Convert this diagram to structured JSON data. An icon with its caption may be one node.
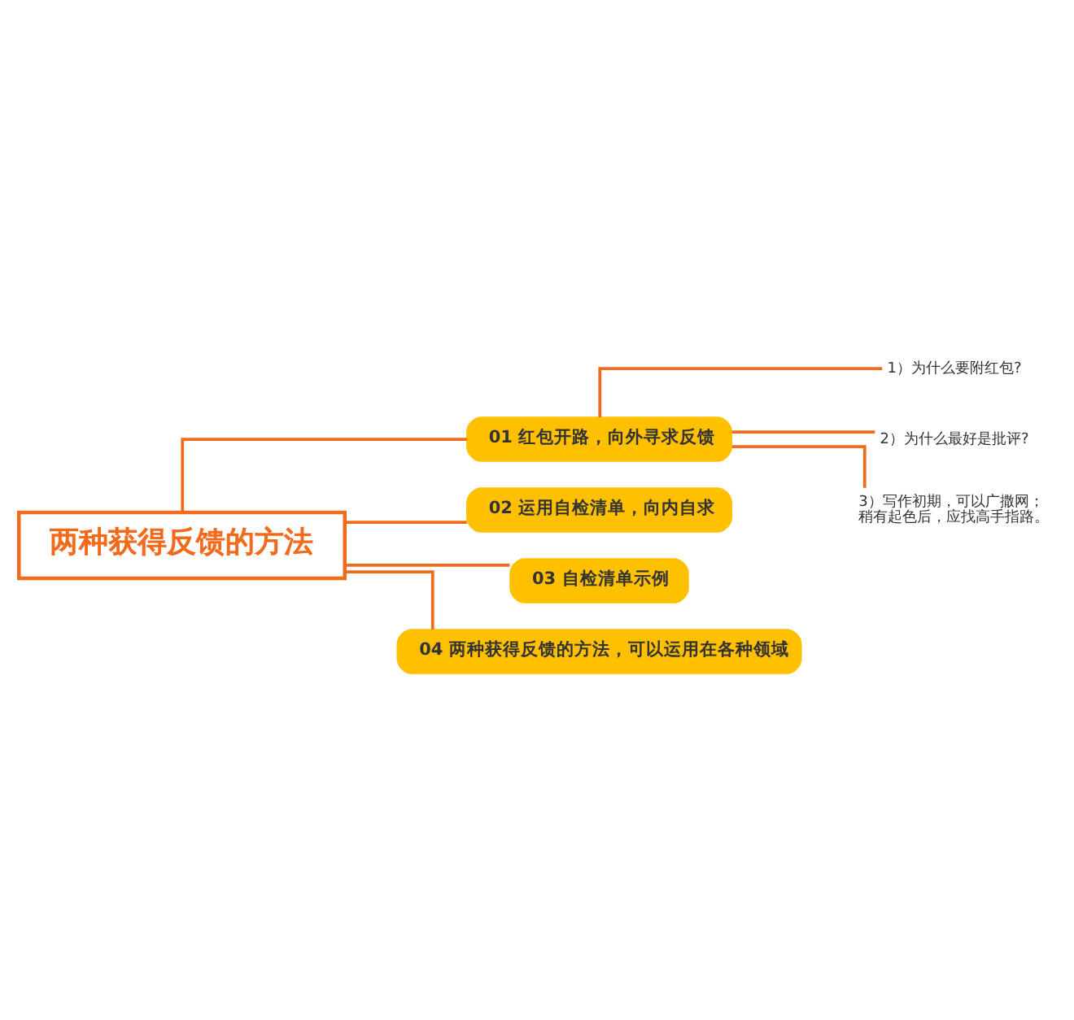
{
  "diagram": {
    "nodes": [
      {
        "text": [
          "两种获得反馈的方法"
        ]
      },
      {
        "text": [
          "01 红包开路，向外寻求反馈"
        ]
      },
      {
        "text": [
          "1）为什么要附红包?"
        ]
      },
      {
        "text": [
          "2）为什么最好是批评?"
        ]
      },
      {
        "text": [
          "3）写作初期，可以广撒网；稍有起色后，应找高手指路。"
        ]
      },
      {
        "text": [
          "02 运用自检清单，向内自求"
        ]
      },
      {
        "text": [
          "03 自检清单示例"
        ]
      },
      {
        "text": [
          "04 两种获得反馈的方法，可以运用在各种领域"
        ]
      }
    ],
    "edges": [
      {
        "from": 0,
        "to": 1,
        "arrow": "none"
      },
      {
        "from": 1,
        "to": 2,
        "arrow": "none"
      },
      {
        "from": 1,
        "to": 3,
        "arrow": "none"
      },
      {
        "from": 1,
        "to": 4,
        "arrow": "none"
      },
      {
        "from": 0,
        "to": 5,
        "arrow": "none"
      },
      {
        "from": 0,
        "to": 6,
        "arrow": "none"
      },
      {
        "from": 0,
        "to": 7,
        "arrow": "none"
      }
    ]
  }
}
